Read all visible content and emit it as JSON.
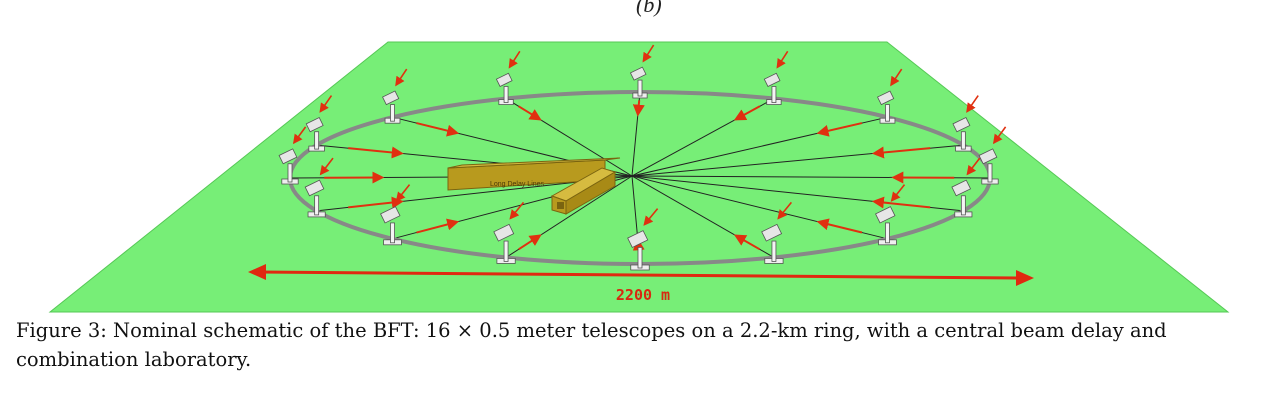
{
  "figure": {
    "sublabel": "(b)",
    "lab_label": "Long Delay Lines",
    "distance_label": "2200 m",
    "caption": "Figure 3: Nominal schematic of the BFT: 16 × 0.5 meter telescopes on a 2.2-km ring, with a central beam delay and combination laboratory."
  },
  "colors": {
    "ground": "#77ee77",
    "ring": "#888888",
    "building": "#c8a82a",
    "arrow": "#e03010",
    "distance_arrow": "#e02810"
  }
}
